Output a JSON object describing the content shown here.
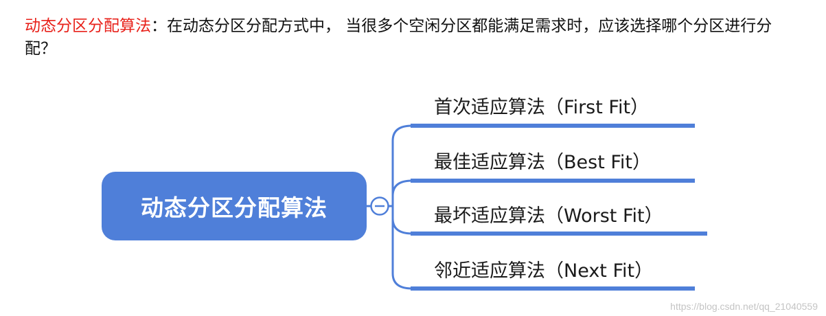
{
  "intro": {
    "term": "动态分区分配算法",
    "rest": "：在动态分区分配方式中， 当很多个空闲分区都能满足需求时，应该选择哪个分区进行分配？"
  },
  "root": {
    "label": "动态分区分配算法"
  },
  "branches": [
    {
      "label": "首次适应算法（First Fit）"
    },
    {
      "label": "最佳适应算法（Best Fit）"
    },
    {
      "label": "最坏适应算法（Worst Fit）"
    },
    {
      "label": "邻近适应算法（Next Fit）"
    }
  ],
  "colors": {
    "accent": "#4f7fd9",
    "term": "#e8211a"
  },
  "watermark": "https://blog.csdn.net/qq_21040559"
}
